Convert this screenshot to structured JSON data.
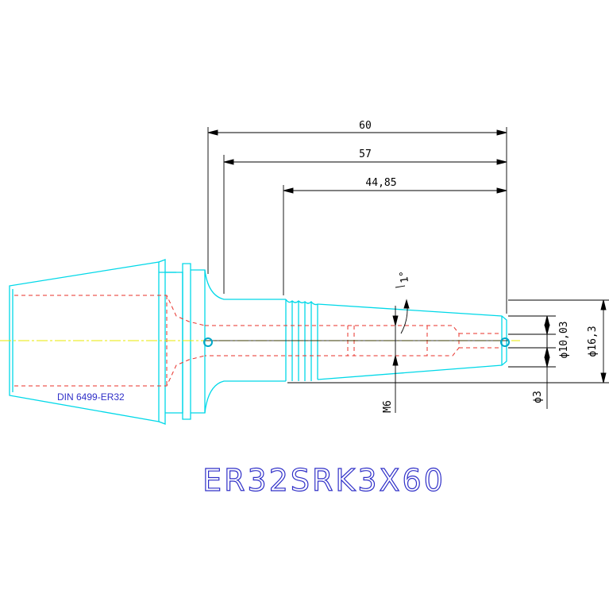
{
  "dimensions": {
    "overall_length": "60",
    "length_57": "57",
    "length_44_85": "44,85",
    "angle": "1°",
    "thread": "M6",
    "dia_10_03": "ϕ10,03",
    "dia_16_3": "ϕ16,3",
    "dia_3": "ϕ3"
  },
  "labels": {
    "standard": "DIN 6499-ER32",
    "part_number": "ER32SRK3X60"
  },
  "colors": {
    "outline": "#00d8e8",
    "hidden": "#e8302a",
    "centerline": "#e8e800",
    "dimension": "#000000",
    "text_blue": "#3030c8"
  }
}
